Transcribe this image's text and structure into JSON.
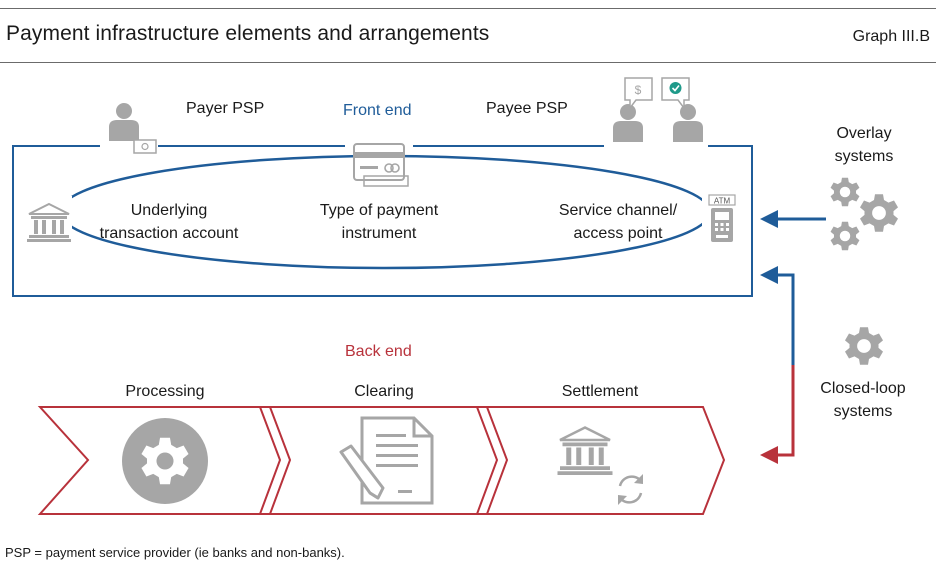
{
  "header": {
    "title": "Payment infrastructure elements and arrangements",
    "graph_id": "Graph III.B"
  },
  "front_end": {
    "label": "Front end",
    "payer_psp": "Payer PSP",
    "payee_psp": "Payee PSP",
    "items": [
      {
        "line1": "Underlying",
        "line2": "transaction account"
      },
      {
        "line1": "Type of payment",
        "line2": "instrument"
      },
      {
        "line1": "Service channel/",
        "line2": "access point"
      }
    ],
    "atm_label": "ATM"
  },
  "back_end": {
    "label": "Back end",
    "stages": [
      "Processing",
      "Clearing",
      "Settlement"
    ]
  },
  "side": {
    "overlay": {
      "line1": "Overlay",
      "line2": "systems"
    },
    "closed_loop": {
      "line1": "Closed-loop",
      "line2": "systems"
    }
  },
  "footnote": "PSP = payment service provider (ie banks and non-banks).",
  "colors": {
    "front_end_blue": "#1f5c99",
    "back_end_red": "#b8323b",
    "icon_grey": "#a6a6a6"
  },
  "icons": [
    "person-icon",
    "bank-icon",
    "credit-card-icon",
    "atm-icon",
    "gear-icon",
    "document-pen-icon",
    "refresh-icon",
    "speech-bubble-icon"
  ]
}
